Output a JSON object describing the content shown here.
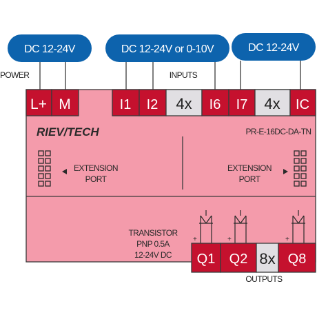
{
  "supplies": [
    {
      "label": "DC 12-24V"
    },
    {
      "label": "DC 12-24V or 0-10V"
    },
    {
      "label": "DC 12-24V"
    }
  ],
  "labels": {
    "power": "POWER",
    "inputs": "INPUTS",
    "outputs": "OUTPUTS"
  },
  "terminals_top": [
    {
      "label": "L+"
    },
    {
      "label": "M"
    },
    {
      "label": "I1"
    },
    {
      "label": "I2"
    },
    {
      "label": "4x"
    },
    {
      "label": "I6"
    },
    {
      "label": "I7"
    },
    {
      "label": "4x"
    },
    {
      "label": "IC"
    }
  ],
  "module": {
    "brand": "RIEV/TECH",
    "model": "PR-E-16DC-DA-TN",
    "extension_left": {
      "line1": "EXTENSION",
      "line2": "PORT"
    },
    "extension_right": {
      "line1": "EXTENSION",
      "line2": "PORT"
    },
    "output_spec": {
      "line1": "TRANSISTOR",
      "line2": "PNP 0.5A",
      "line3": "12-24V DC"
    }
  },
  "terminals_bottom": [
    {
      "label": "Q1"
    },
    {
      "label": "Q2"
    },
    {
      "label": "8x"
    },
    {
      "label": "Q8"
    }
  ],
  "colors": {
    "body": "#f49bab",
    "terminal": "#c5112e",
    "terminal_gap": "#e1dfe3",
    "supply": "#0d63ad",
    "line": "#3a3a3a"
  }
}
